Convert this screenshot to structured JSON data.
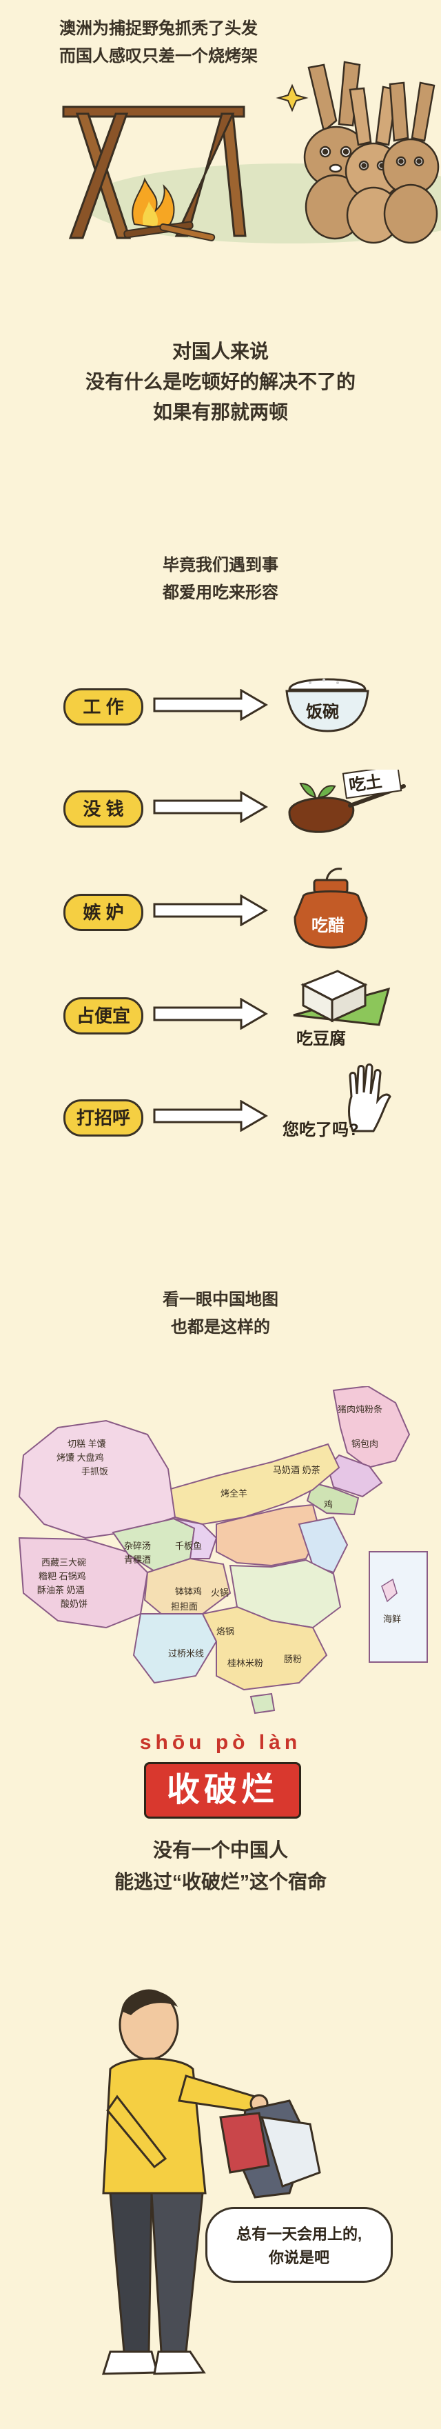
{
  "intro": {
    "line1": "澳洲为捕捉野兔抓秃了头发",
    "line2": "而国人感叹只差一个烧烤架"
  },
  "saying": {
    "line1": "对国人来说",
    "line2": "没有什么是吃顿好的解决不了的",
    "line3": "如果有那就两顿"
  },
  "eat_expr": {
    "line1": "毕竟我们遇到事",
    "line2": "都爱用吃来形容"
  },
  "pairs": [
    {
      "situation": "工 作",
      "food": "饭碗"
    },
    {
      "situation": "没 钱",
      "food": "吃土"
    },
    {
      "situation": "嫉 妒",
      "food": "吃醋"
    },
    {
      "situation": "占便宜",
      "food": "吃豆腐"
    },
    {
      "situation": "打招呼",
      "food": "您吃了吗?"
    }
  ],
  "map_intro": {
    "line1": "看一眼中国地图",
    "line2": "也都是这样的"
  },
  "map_labels": {
    "heilongjiang": "猪肉炖粉条",
    "jilin": "锅包肉",
    "liaoning": "鸡",
    "xinjiang1": "切糕 羊馕",
    "xinjiang2": "烤馕 大盘鸡",
    "xinjiang3": "手抓饭",
    "xizang1": "西藏三大碗",
    "xizang2": "糌粑 石锅鸡",
    "xizang3": "酥油茶 奶酒",
    "xizang4": "酸奶饼",
    "qinghai1": "杂碎汤",
    "qinghai2": "青稞酒",
    "gansu": "千板鱼",
    "neimenggu": "烤全羊",
    "mongolia": "马奶酒 奶茶",
    "sichuan1": "钵钵鸡",
    "sichuan2": "担担面",
    "chongqing": "火锅",
    "guizhou": "烙锅",
    "yunnan": "过桥米线",
    "guangxi": "桂林米粉",
    "guangdong": "肠粉",
    "hainan": "海鲜"
  },
  "ending": {
    "pinyin": "shōu pò làn",
    "badge": "收破烂",
    "line1": "没有一个中国人",
    "line2": "能逃过“收破烂”这个宿命"
  },
  "bubble": {
    "line1": "总有一天会用上的,",
    "line2": "你说是吧"
  },
  "colors": {
    "background": "#fbf3d8",
    "pill": "#f5cf42",
    "badge": "#d9382e",
    "ground": "#dfe5c2"
  }
}
